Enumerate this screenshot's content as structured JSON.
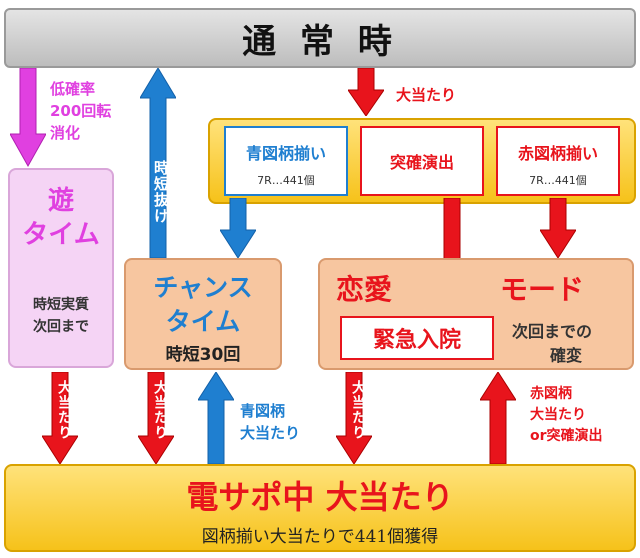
{
  "top_box": {
    "label": "通 常 時"
  },
  "low_prob": {
    "line1": "低確率",
    "line2": "200回転",
    "line3": "消化"
  },
  "yu_time": {
    "title_line1": "遊",
    "title_line2": "タイム",
    "desc_line1": "時短実質",
    "desc_line2": "次回まで"
  },
  "jitan_nuke": {
    "label": "時短抜け"
  },
  "top_hit_label": "大当たり",
  "hit_group": {
    "blue": {
      "title": "青図柄揃い",
      "sub": "7R…441個"
    },
    "center": {
      "title": "突確演出"
    },
    "red": {
      "title": "赤図柄揃い",
      "sub": "7R…441個"
    }
  },
  "chance_time": {
    "line1": "チャンス",
    "line2": "タイム",
    "line3": "時短30回"
  },
  "renai_mode": {
    "word1": "恋愛",
    "word2": "モード",
    "inner": "緊急入院",
    "note_line1": "次回までの",
    "note_line2": "確変"
  },
  "arrow_labels": {
    "yu_hit": "大当たり",
    "chance_hit": "大当たり",
    "renai_hit": "大当たり"
  },
  "blue_hit": {
    "line1": "青図柄",
    "line2": "大当たり"
  },
  "red_hit": {
    "line1": "赤図柄",
    "line2": "大当たり",
    "line3": "or突確演出"
  },
  "bottom_box": {
    "title": "電サポ中 大当たり",
    "sub": "図柄揃い大当たりで441個獲得"
  },
  "colors": {
    "magenta": "#e040e0",
    "red": "#e8141c",
    "blue": "#1f7fd0",
    "gold": "#f6c21a",
    "orange_box": "#f7c6a0",
    "pink_box": "#f5d4f5",
    "gray": "#c9c9c9"
  }
}
